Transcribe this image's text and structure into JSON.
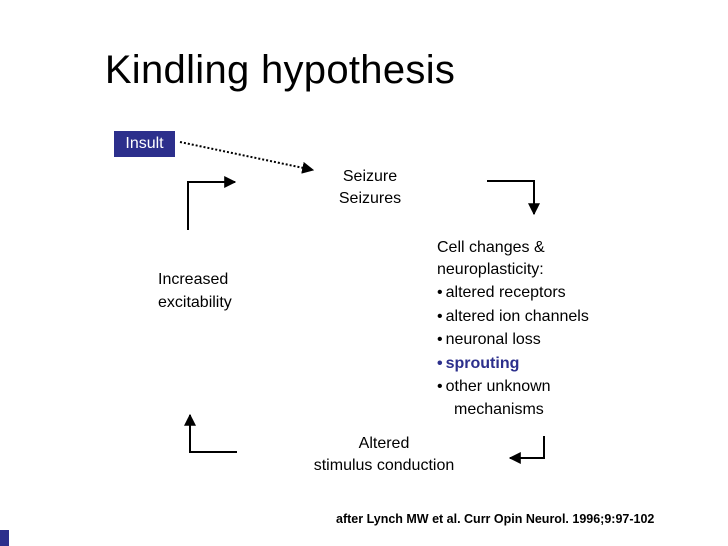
{
  "title": "Kindling hypothesis",
  "insult_label": "Insult",
  "nodes": {
    "seizure": [
      "Seizure",
      "Seizures"
    ],
    "cell_changes": {
      "heading": [
        "Cell changes &",
        "neuroplasticity:"
      ],
      "bullets": [
        "altered receptors",
        "altered ion channels",
        "neuronal loss",
        "sprouting",
        "other unknown"
      ],
      "continuation": "mechanisms"
    },
    "increased": [
      "Increased",
      "excitability"
    ],
    "altered": [
      "Altered",
      "stimulus conduction"
    ]
  },
  "citation": "after Lynch MW et al. Curr Opin Neurol. 1996;9:97-102",
  "colors": {
    "accent": "#2c2f8c",
    "text": "#000000",
    "background": "#ffffff"
  }
}
